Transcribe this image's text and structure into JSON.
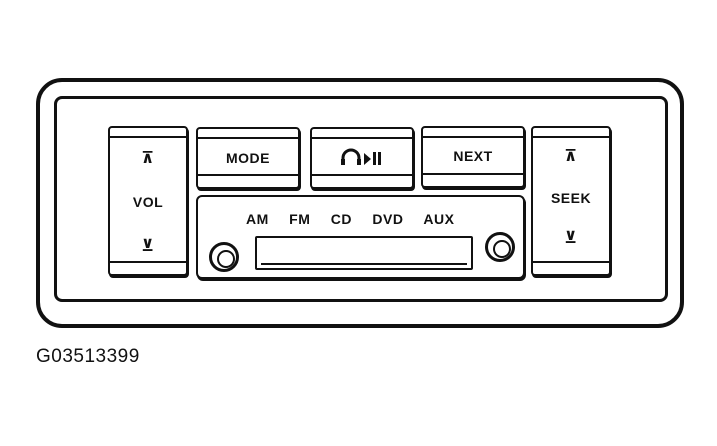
{
  "controls": {
    "vol": {
      "label": "VOL",
      "up_glyph": "⊼",
      "down_glyph": "⊻"
    },
    "seek": {
      "label": "SEEK",
      "up_glyph": "⊼",
      "down_glyph": "⊻"
    },
    "mode": {
      "label": "MODE"
    },
    "next": {
      "label": "NEXT"
    },
    "headphone_play": {
      "icon": "headphone-play-pause-icon"
    }
  },
  "sources": [
    "AM",
    "FM",
    "CD",
    "DVD",
    "AUX"
  ],
  "figure_id": "G03513399",
  "colors": {
    "line": "#111111",
    "background": "#ffffff"
  }
}
